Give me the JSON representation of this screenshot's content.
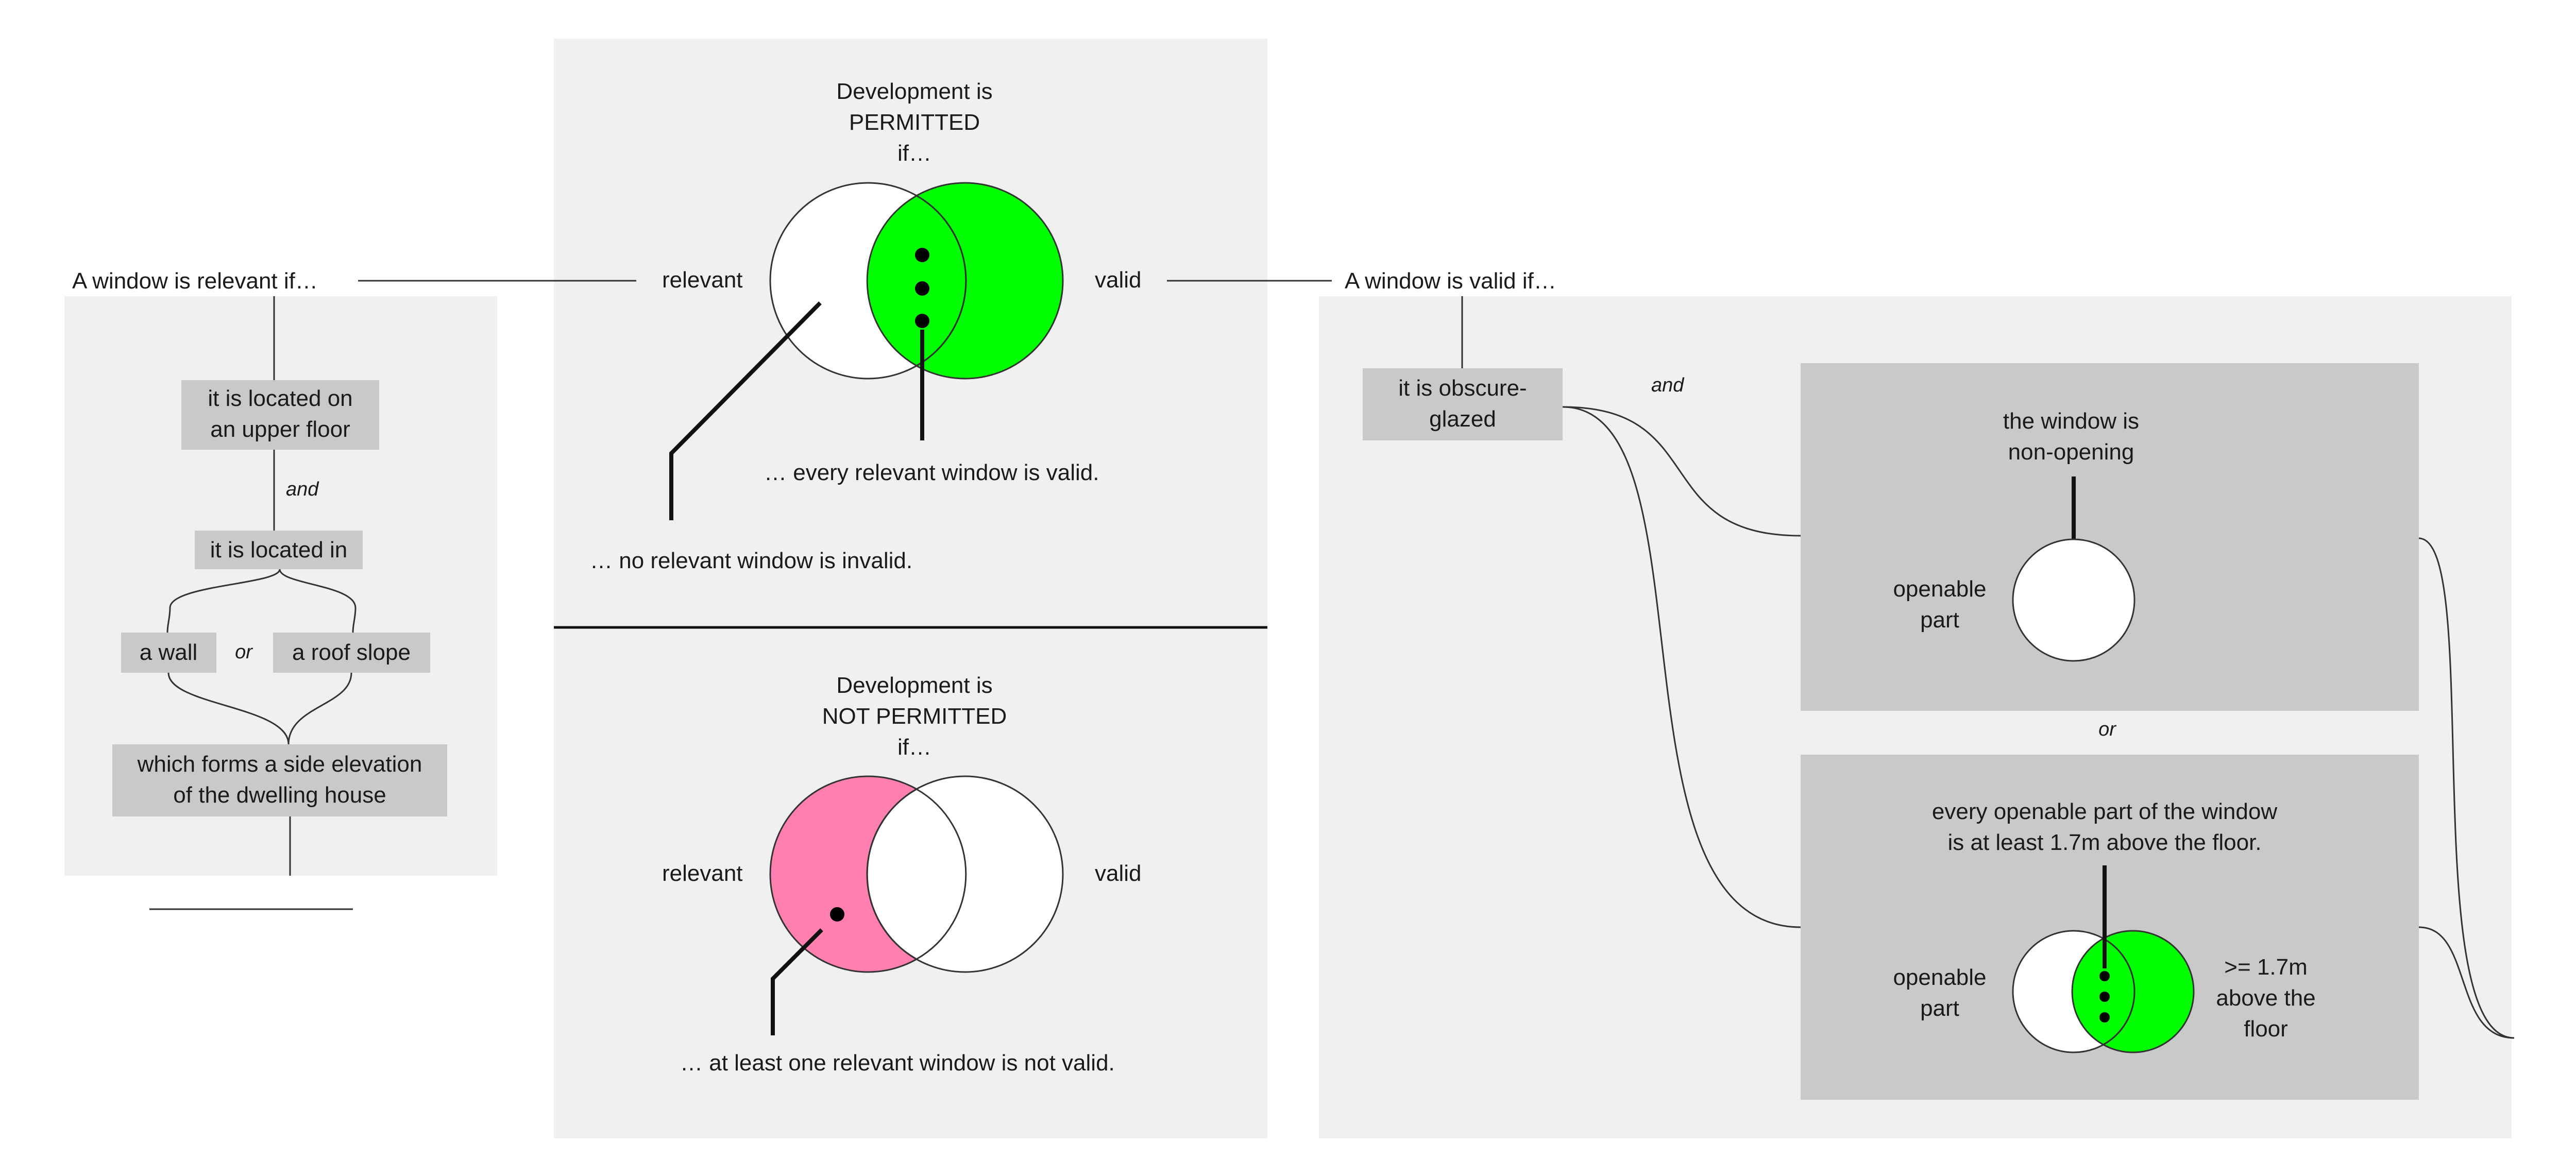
{
  "left": {
    "heading": "A window is relevant if…",
    "box1": [
      "it is located on",
      "an upper floor"
    ],
    "and_label": "and",
    "box2": "it is located in",
    "box_wall": "a wall",
    "or_label": "or",
    "box_roof": "a roof slope",
    "box_side": [
      "which forms a side elevation",
      "of the dwelling house"
    ]
  },
  "center_top": {
    "title": [
      "Development is",
      "PERMITTED",
      "if…"
    ],
    "relevant_label": "relevant",
    "valid_label": "valid",
    "note_valid": "… every relevant window is valid.",
    "note_invalid": "… no relevant window is invalid."
  },
  "center_bottom": {
    "title": [
      "Development is",
      "NOT PERMITTED",
      "if…"
    ],
    "relevant_label": "relevant",
    "valid_label": "valid",
    "note": "… at least one relevant window is not valid."
  },
  "right": {
    "heading": "A window is valid if…",
    "box_obscure": [
      "it is obscure-",
      "glazed"
    ],
    "and_label": "and",
    "or_label": "or",
    "panel1": {
      "title": [
        "the window is",
        "non-opening"
      ],
      "circle_label": [
        "openable",
        "part"
      ]
    },
    "panel2": {
      "title": [
        "every openable part of the window",
        "is at least 1.7m above the floor."
      ],
      "left_label": [
        "openable",
        "part"
      ],
      "right_label": [
        ">= 1.7m",
        "above the",
        "floor"
      ]
    }
  },
  "colors": {
    "panel_light": "#f0f0f0",
    "box_gray": "#c9c9c9",
    "green": "#00ff00",
    "pink": "#ff7fb0",
    "white": "#ffffff"
  }
}
